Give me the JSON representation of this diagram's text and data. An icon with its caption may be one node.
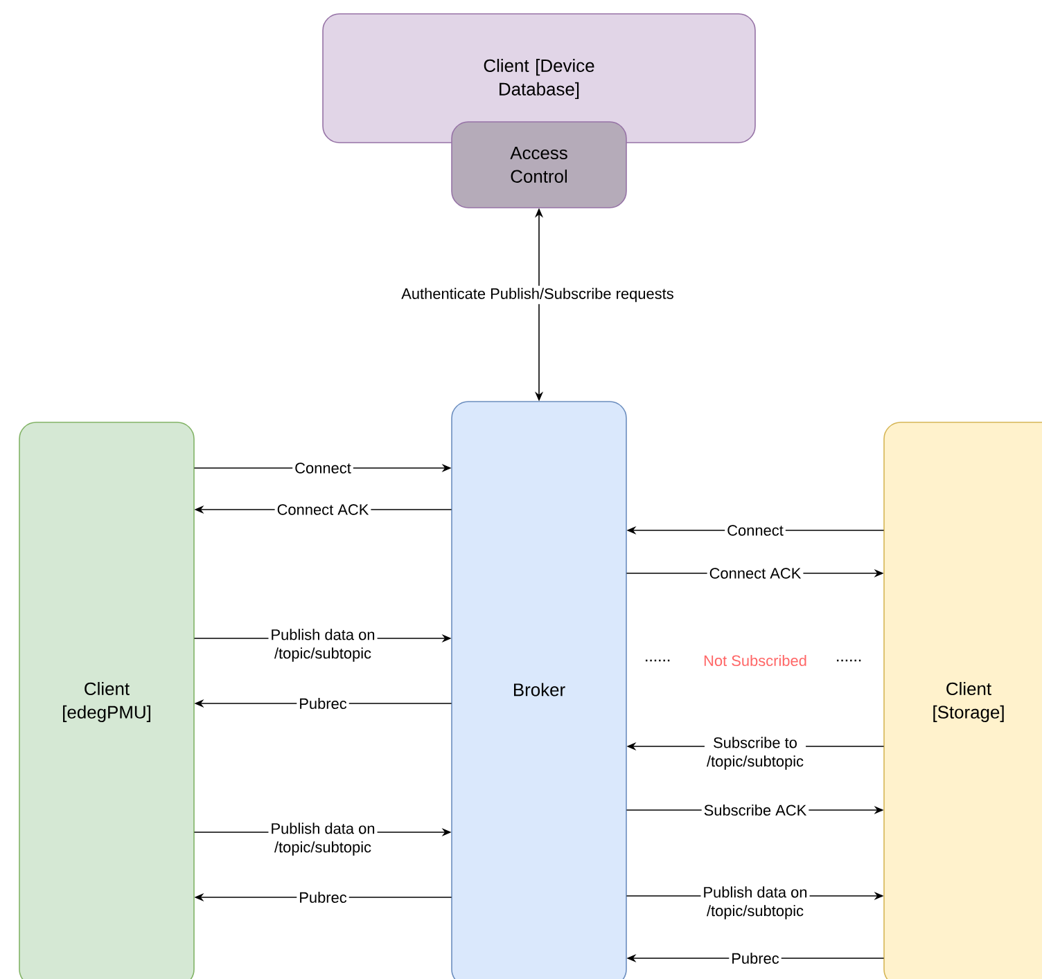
{
  "diagram": {
    "nodes": [
      {
        "text": [
          "Client [Device Database]"
        ]
      },
      {
        "text": [
          "Access Control"
        ]
      },
      {
        "text": [
          "Client [edegPMU]"
        ]
      },
      {
        "text": [
          "Broker"
        ]
      },
      {
        "text": [
          "Client [Storage]"
        ]
      }
    ],
    "edges": [
      {
        "from": 3,
        "to": 1,
        "arrow": "both",
        "label": "Authenticate Publish/Subscribe requests"
      },
      {
        "from": 2,
        "to": 3,
        "arrow": "to",
        "label": "Connect"
      },
      {
        "from": 3,
        "to": 2,
        "arrow": "to",
        "label": "Connect ACK"
      },
      {
        "from": 2,
        "to": 3,
        "arrow": "to",
        "label": "Publish data on /topic/subtopic"
      },
      {
        "from": 3,
        "to": 2,
        "arrow": "to",
        "label": "Pubrec"
      },
      {
        "from": 2,
        "to": 3,
        "arrow": "to",
        "label": "Publish data on /topic/subtopic"
      },
      {
        "from": 3,
        "to": 2,
        "arrow": "to",
        "label": "Pubrec"
      },
      {
        "from": 4,
        "to": 3,
        "arrow": "to",
        "label": "Connect"
      },
      {
        "from": 3,
        "to": 4,
        "arrow": "to",
        "label": "Connect ACK"
      },
      {
        "from": 4,
        "to": 3,
        "arrow": "to",
        "label": "Subscribe to /topic/subtopic"
      },
      {
        "from": 3,
        "to": 4,
        "arrow": "to",
        "label": "Subscribe ACK"
      },
      {
        "from": 3,
        "to": 4,
        "arrow": "to",
        "label": "Publish data on /topic/subtopic"
      },
      {
        "from": 4,
        "to": 3,
        "arrow": "to",
        "label": "Pubrec"
      }
    ],
    "labels": [
      "Not Subscribed"
    ]
  }
}
